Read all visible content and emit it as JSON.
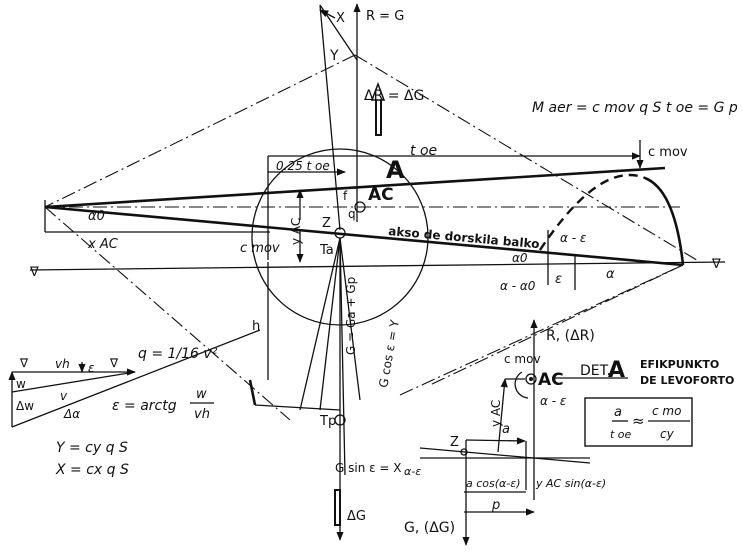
{
  "labels": {
    "x_force": "X",
    "r_eq_g": "R = G",
    "y_force": "Y",
    "delta_r": "ΔR = ΔG",
    "moment_eq": "M aer = c mov q S t oe = G p",
    "c_mov_top": "c mov",
    "t_oe": "t oe",
    "quarter_chord": "0.25 t oe",
    "detail_a": "A",
    "ac": "AC",
    "f": "f",
    "q": "q",
    "alpha0": "α0",
    "x_ac": "x AC",
    "y_ac": "y AC",
    "c_mov_left": "c mov",
    "z": "Z",
    "ta": "Ta",
    "keel_axis": "akso de dorskila balko",
    "alpha_minus_eps": "α - ε",
    "alpha0_b": "α0",
    "alpha_minus_alpha0": "α - α0",
    "eps": "ε",
    "alpha": "α",
    "h": "h",
    "g_sum": "G = Ga + Gp",
    "g_cos": "G cos ε = Y",
    "tp": "Tp",
    "g_sin": "G sin ε = X",
    "delta_g": "ΔG",
    "w": "w",
    "delta_w": "Δw",
    "v_h": "vh",
    "eps_small": "ε",
    "v": "v",
    "delta_alpha": "Δα",
    "q_formula": "q = 1/16 v²",
    "eps_formula_lhs": "ε = arctg",
    "eps_num": "w",
    "eps_den": "vh",
    "y_formula": "Y = cy q S",
    "x_formula": "X = cx q S"
  },
  "detail": {
    "r_label": "R, (ΔR)",
    "c_mov": "c mov",
    "ac": "AC",
    "det_label": "DET.",
    "det_letter": "A",
    "title_line1": "EFIKPUNKTO",
    "title_line2": "DE LEVOFORTO",
    "alpha_minus_eps": "α - ε",
    "y_ac": "y AC",
    "a": "a",
    "z": "Z",
    "alpha_minus_eps_left": "α-ε",
    "a_cos": "a cos(α-ε)",
    "y_sin": "y AC sin(α-ε)",
    "p": "p",
    "g_label": "G, (ΔG)",
    "ratio_num_left": "a",
    "ratio_den_left": "t oe",
    "approx": "≈",
    "ratio_num_right": "c mo",
    "ratio_den_right": "cy"
  }
}
